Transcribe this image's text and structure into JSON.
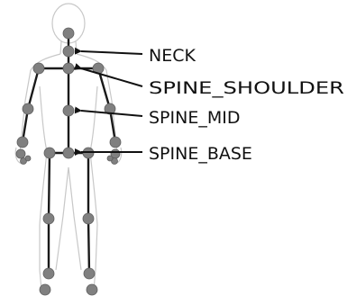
{
  "colors": {
    "background": "#ffffff",
    "joint": "#808080",
    "bone": "#1a1a1a",
    "body_outline": "#c8c8c8",
    "label_text": "#111111"
  },
  "labels": {
    "neck": "NECK",
    "spine_shoulder": "SPINE_SHOULDER",
    "spine_mid": "SPINE_MID",
    "spine_base": "SPINE_BASE"
  }
}
